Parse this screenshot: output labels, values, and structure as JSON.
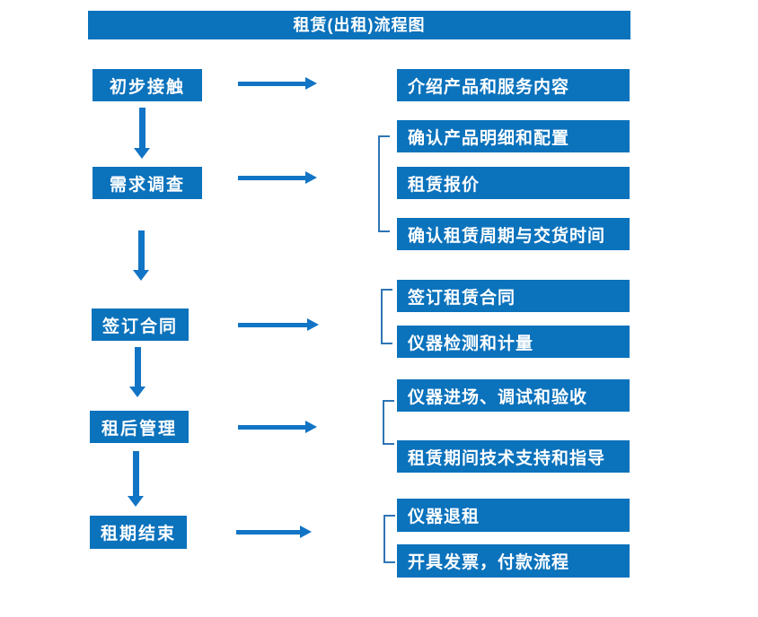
{
  "title": "租赁(出租)流程图",
  "colors": {
    "box_blue": "#0b72bc",
    "arrow_blue": "#1274c5",
    "bracket_blue": "#2e75b6"
  },
  "flow": [
    {
      "step": "初步接触",
      "details": [
        "介绍产品和服务内容"
      ]
    },
    {
      "step": "需求调查",
      "details": [
        "确认产品明细和配置",
        "租赁报价",
        "确认租赁周期与交货时间"
      ]
    },
    {
      "step": "签订合同",
      "details": [
        "签订租赁合同",
        "仪器检测和计量"
      ]
    },
    {
      "step": "租后管理",
      "details": [
        "仪器进场、调试和验收",
        "租赁期间技术支持和指导"
      ]
    },
    {
      "step": "租期结束",
      "details": [
        "仪器退租",
        "开具发票，付款流程"
      ]
    }
  ]
}
